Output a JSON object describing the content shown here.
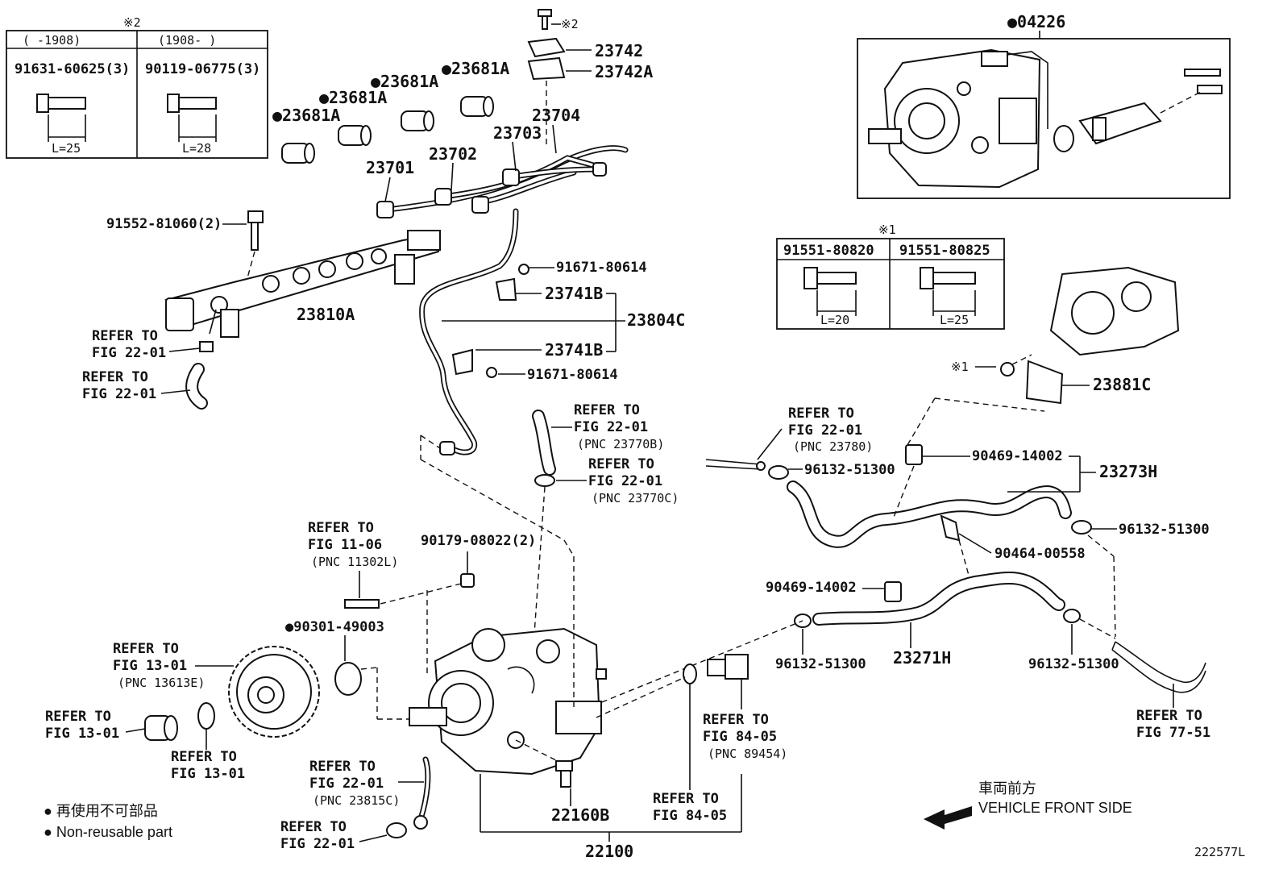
{
  "labels": {
    "p04226": "●04226",
    "p23742": "23742",
    "p23742a": "23742A",
    "p23704": "23704",
    "p23703": "23703",
    "p23702": "23702",
    "p23701": "23701",
    "p23681a_1": "●23681A",
    "p23681a_2": "●23681A",
    "p23681a_3": "●23681A",
    "p23681a_4": "●23681A",
    "p91552": "91552-81060(2)",
    "p23810a": "23810A",
    "p91671_top": "91671-80614",
    "p23741b_top": "23741B",
    "p23804c": "23804C",
    "p23741b_bot": "23741B",
    "p91671_bot": "91671-80614",
    "p23881c": "23881C",
    "p90469_top": "90469-14002",
    "p23273h": "23273H",
    "p96132_1": "96132-51300",
    "p96132_2": "96132-51300",
    "p90464": "90464-00558",
    "p90469_bot": "90469-14002",
    "p96132_3": "96132-51300",
    "p23271h": "23271H",
    "p96132_4": "96132-51300",
    "p90179": "90179-08022(2)",
    "p90301": "●90301-49003",
    "p22160b": "22160B",
    "p22100": "22100",
    "mark_x2_bolt": "※2",
    "mark_x1_bolt": "※1",
    "code": "222577L"
  },
  "refs": {
    "r1": {
      "a": "REFER TO",
      "b": "FIG 22-01"
    },
    "r2": {
      "a": "REFER TO",
      "b": "FIG 22-01"
    },
    "r3": {
      "a": "REFER TO",
      "b": "FIG 22-01",
      "c": "(PNC 23770B)"
    },
    "r4": {
      "a": "REFER TO",
      "b": "FIG 22-01",
      "c": "(PNC 23770C)"
    },
    "r5": {
      "a": "REFER TO",
      "b": "FIG 22-01",
      "c": "(PNC 23780)"
    },
    "r6": {
      "a": "REFER TO",
      "b": "FIG 11-06",
      "c": "(PNC 11302L)"
    },
    "r7": {
      "a": "REFER TO",
      "b": "FIG 13-01",
      "c": "(PNC 13613E)"
    },
    "r8": {
      "a": "REFER TO",
      "b": "FIG 13-01"
    },
    "r9": {
      "a": "REFER TO",
      "b": "FIG 13-01"
    },
    "r10": {
      "a": "REFER TO",
      "b": "FIG 22-01",
      "c": "(PNC 23815C)"
    },
    "r11": {
      "a": "REFER TO",
      "b": "FIG 22-01"
    },
    "r12": {
      "a": "REFER TO",
      "b": "FIG 84-05",
      "c": "(PNC 89454)"
    },
    "r13": {
      "a": "REFER TO",
      "b": "FIG 84-05"
    },
    "r14": {
      "a": "REFER TO",
      "b": "FIG 77-51"
    }
  },
  "table_x2": {
    "mark": "※2",
    "col1_head": "(    -1908)",
    "col2_head": "(1908-    )",
    "col1_part": "91631-60625(3)",
    "col2_part": "90119-06775(3)",
    "col1_len": "L=25",
    "col2_len": "L=28"
  },
  "table_x1": {
    "mark": "※1",
    "col1_part": "91551-80820",
    "col2_part": "91551-80825",
    "col1_len": "L=20",
    "col2_len": "L=25"
  },
  "legend": {
    "jp": "● 再使用不可部品",
    "en": "● Non-reusable part"
  },
  "direction": {
    "jp": "車両前方",
    "en": "VEHICLE FRONT SIDE"
  }
}
